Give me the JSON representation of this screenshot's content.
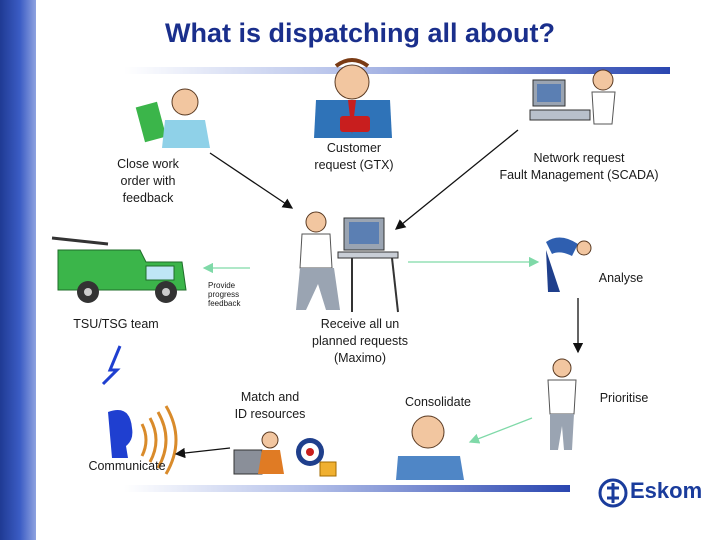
{
  "title": "What is dispatching all about?",
  "labels": {
    "customer_request": "Customer\nrequest (GTX)",
    "network_request": "Network request\nFault Management (SCADA)",
    "close_work_order": "Close work\norder with\nfeedback",
    "provide_progress": "Provide\nprogress\nfeedback",
    "tsu_team": "TSU/TSG team",
    "analyse": "Analyse",
    "receive_requests": "Receive all un\nplanned requests\n(Maximo)",
    "match_resources": "Match and\nID resources",
    "consolidate": "Consolidate",
    "prioritise": "Prioritise",
    "communicate": "Communicate"
  },
  "logo": {
    "text": "Eskom"
  },
  "colors": {
    "title": "#1a2f8c",
    "arrow_black": "#111111",
    "arrow_green": "#7fd9a8",
    "brand": "#1a3c9c"
  }
}
